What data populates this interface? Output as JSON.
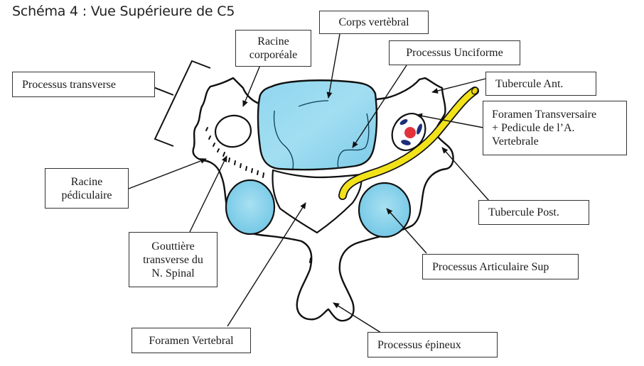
{
  "title": "Schéma 4 : Vue Supérieure de C5",
  "colors": {
    "bone_fill": "#ffffff",
    "outline": "#111111",
    "cartilage_blue": "#8fd3ea",
    "nerve_yellow": "#f2e21a",
    "artery_red": "#e2333d",
    "vein_blue": "#1d2d7a"
  },
  "labels": {
    "corps_vertebral": "Corps vertèbral",
    "racine_corporeale": [
      "Racine",
      "corporéale"
    ],
    "processus_unciforme": "Processus Unciforme",
    "processus_transverse": "Processus transverse",
    "tubercule_ant": "Tubercule Ant.",
    "foramen_transversaire": [
      "Foramen Transversaire",
      "+ Pedicule de l’A.",
      "Vertebrale"
    ],
    "racine_pediculaire": [
      "Racine",
      "pédiculaire"
    ],
    "tubercule_post": "Tubercule Post.",
    "gouttiere": [
      "Gouttière",
      "transverse du",
      "N. Spinal"
    ],
    "processus_articulaire_sup": "Processus Articulaire Sup",
    "foramen_vertebral": "Foramen Vertebral",
    "processus_epineux": "Processus épineux"
  }
}
